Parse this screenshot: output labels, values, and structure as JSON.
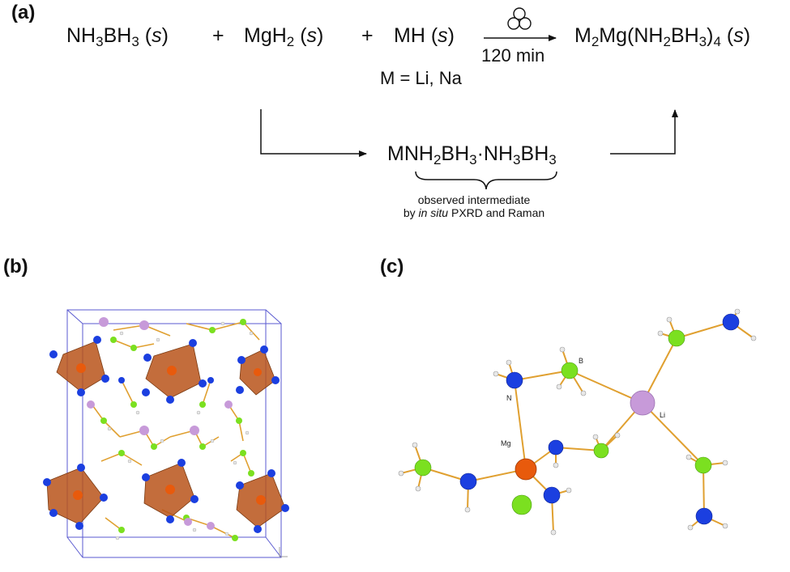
{
  "panel_a": {
    "label": "(a)",
    "reactant1": {
      "pre": "NH",
      "s1": "3",
      "mid": "BH",
      "s2": "3",
      "phase": "s"
    },
    "plus1": "+",
    "reactant2": {
      "pre": "MgH",
      "s1": "2",
      "phase": "s"
    },
    "plus2": "+",
    "reactant3": {
      "pre": "MH",
      "phase": "s"
    },
    "condition_time": "120 min",
    "metal_note": "M = Li, Na",
    "product": {
      "a": "M",
      "s1": "2",
      "b": "Mg(NH",
      "s2": "2",
      "c": "BH",
      "s3": "3",
      "d": ")",
      "s4": "4",
      "phase": "s"
    },
    "intermediate": {
      "a": "MNH",
      "s1": "2",
      "b": "BH",
      "s2": "3",
      "c": "·NH",
      "s3": "3",
      "d": "BH",
      "s4": "3"
    },
    "intermediate_note_line1": "observed intermediate",
    "intermediate_note_line2_pre": "by ",
    "intermediate_note_line2_em": "in situ",
    "intermediate_note_line2_post": " PXRD and Raman",
    "ball_mill_icon": "ball-mill-icon"
  },
  "panel_b": {
    "label": "(b)"
  },
  "panel_c": {
    "label": "(c)",
    "atom_labels": {
      "boron": "B",
      "nitrogen": "N",
      "magnesium": "Mg",
      "lithium": "Li"
    }
  },
  "colors": {
    "nitrogen": "#1b3fe0",
    "boron": "#7be020",
    "magnesium": "#e85a0c",
    "lithium": "#c79ad9",
    "hydrogen": "#e8e8e8",
    "bond": "#e0a030",
    "cell": "#5a5ad0",
    "polyhedron": "#b8541a"
  }
}
